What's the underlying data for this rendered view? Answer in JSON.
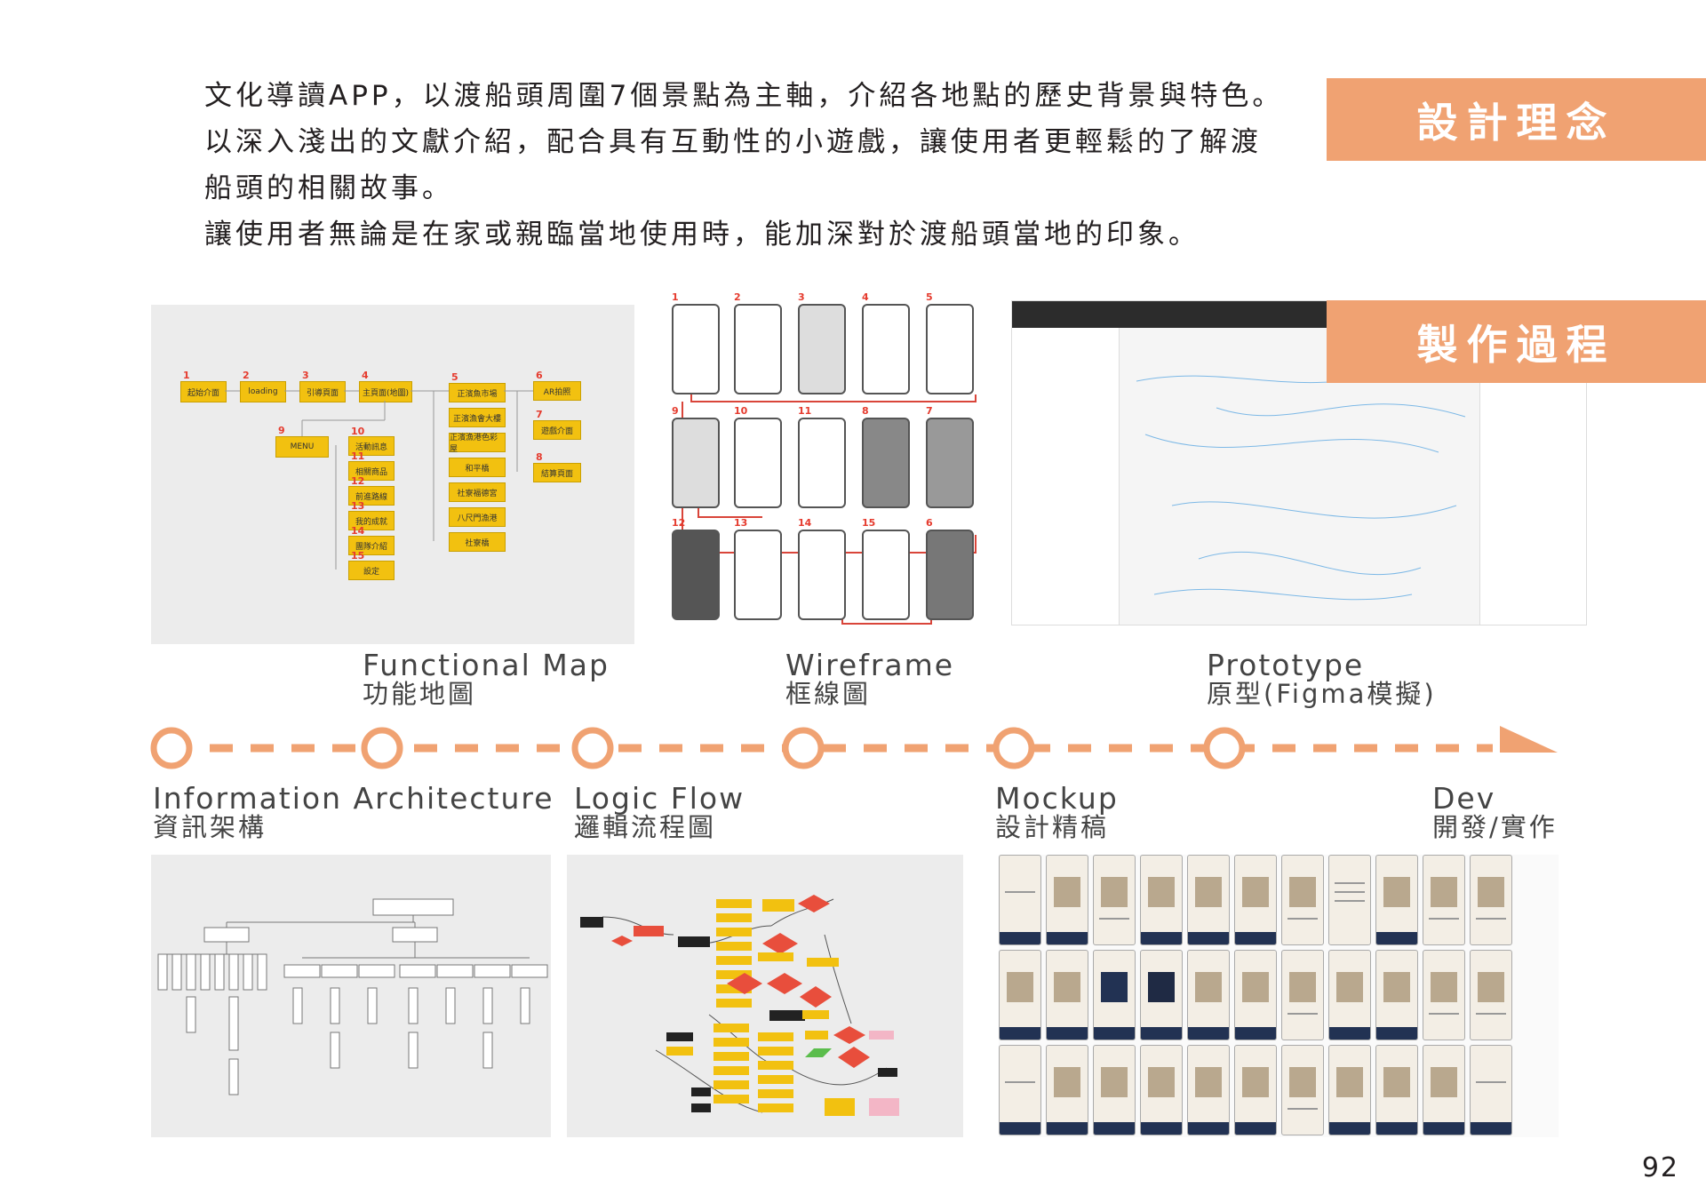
{
  "intro": {
    "lines": [
      "文化導讀APP，以渡船頭周圍7個景點為主軸，介紹各地點的歷史背景與特色。",
      "以深入淺出的文獻介紹，配合具有互動性的小遊戲，讓使用者更輕鬆的了解渡",
      "船頭的相關故事。",
      "讓使用者無論是在家或親臨當地使用時，能加深對於渡船頭當地的印象。"
    ]
  },
  "banners": {
    "design_concept": "設計理念",
    "production_process": "製作過程"
  },
  "stages": {
    "functional_map": {
      "en": "Functional Map",
      "zh": "功能地圖"
    },
    "wireframe": {
      "en": "Wireframe",
      "zh": "框線圖"
    },
    "prototype": {
      "en": "Prototype",
      "zh": "原型(Figma模擬)"
    },
    "information_architecture": {
      "en": "Information Architecture",
      "zh": "資訊架構"
    },
    "logic_flow": {
      "en": "Logic Flow",
      "zh": "邏輯流程圖"
    },
    "mockup": {
      "en": "Mockup",
      "zh": "設計精稿"
    },
    "dev": {
      "en": "Dev",
      "zh": "開發/實作"
    }
  },
  "functional_map_boxes": [
    "起始介面",
    "loading",
    "引導頁面",
    "主頁面(地圖)",
    "正濱魚市場",
    "正濱漁會大樓",
    "正濱漁港色彩屋",
    "和平橋",
    "社寮福德宮",
    "八尺門漁港",
    "社寮橋",
    "AR拍照",
    "遊戲介面",
    "結算頁面",
    "MENU",
    "活動訊息",
    "相關商品",
    "前進路線",
    "我的成就",
    "團隊介紹",
    "設定"
  ],
  "functional_map_numbers": [
    "1",
    "2",
    "3",
    "4",
    "5",
    "6",
    "7",
    "8",
    "9",
    "10",
    "11",
    "12",
    "13",
    "14",
    "15"
  ],
  "wireframe_numbers": [
    "1",
    "2",
    "3",
    "4",
    "5",
    "9",
    "10",
    "11",
    "8",
    "7",
    "12",
    "13",
    "14",
    "15",
    "6"
  ],
  "page_number": "92",
  "colors": {
    "accent": "#f0a272",
    "timeline": "#f0a272",
    "box_yellow": "#f2c110",
    "text": "#231f20"
  }
}
